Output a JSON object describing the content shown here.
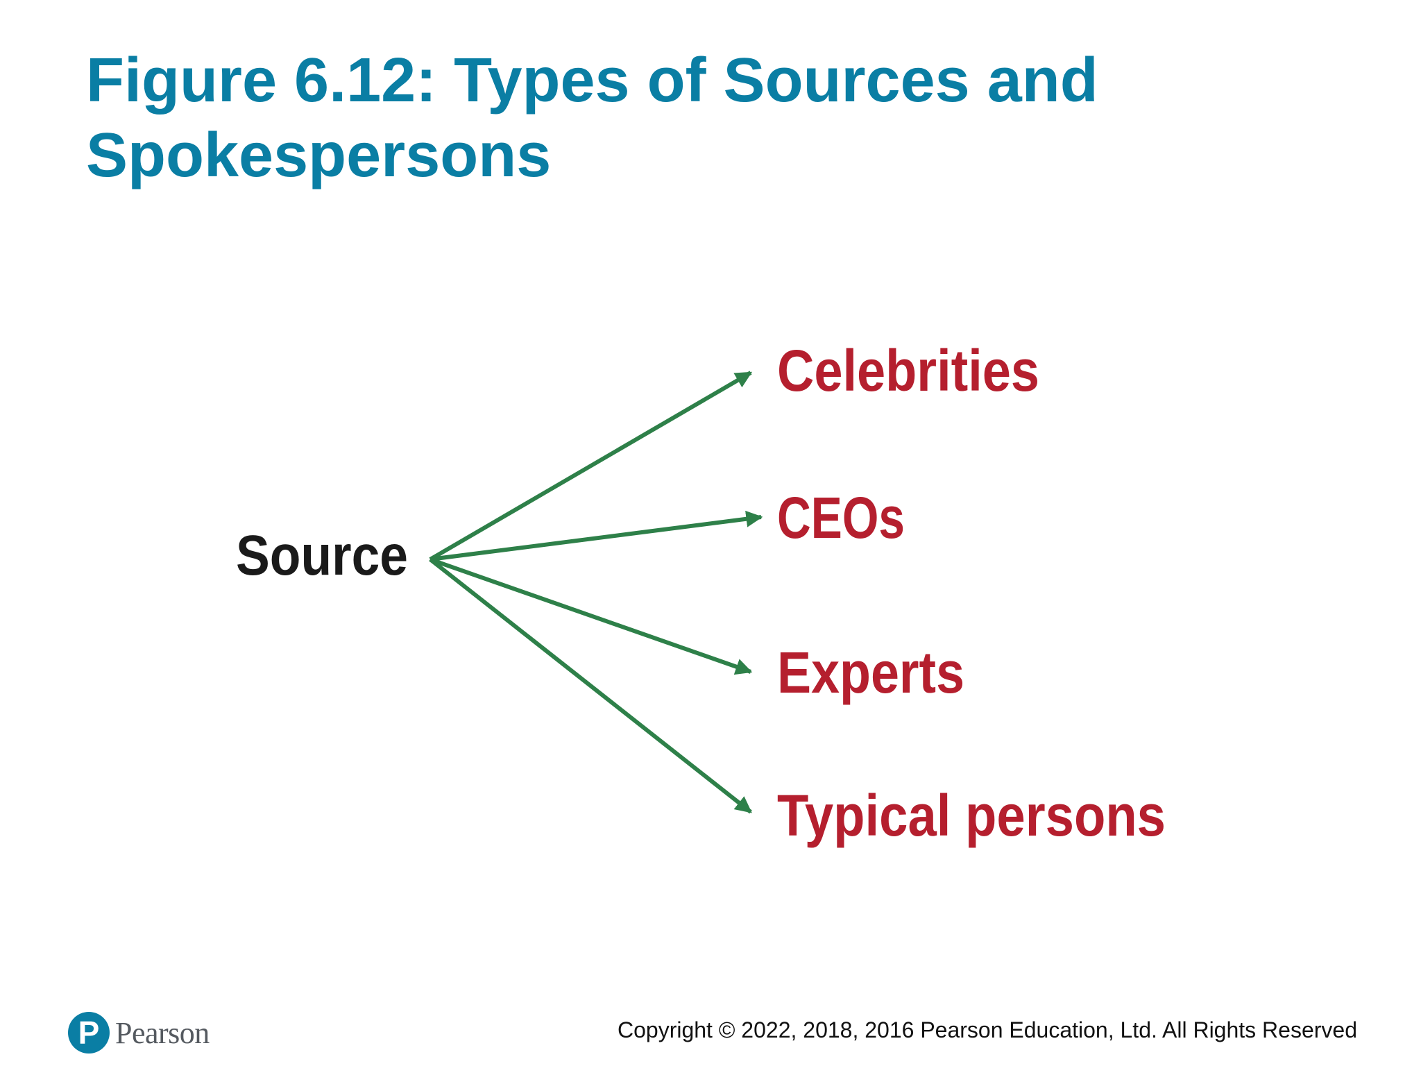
{
  "slide": {
    "title": "Figure 6.12: Types of Sources and Spokespersons"
  },
  "diagram": {
    "source_label": "Source",
    "targets": [
      "Celebrities",
      "CEOs",
      "Experts",
      "Typical persons"
    ],
    "colors": {
      "source_text": "#1a1a1a",
      "target_text": "#b51f2e",
      "arrow": "#2e8049"
    }
  },
  "footer": {
    "logo_text": "Pearson",
    "logo_mark": "pearson-logo-icon",
    "copyright": "Copyright © 2022, 2018, 2016 Pearson Education, Ltd. All Rights Reserved"
  },
  "colors": {
    "title": "#0a7ea4",
    "brand": "#0a7ea4"
  }
}
